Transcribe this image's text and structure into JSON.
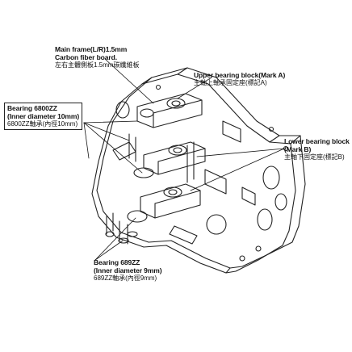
{
  "callouts": {
    "main_frame": {
      "line1": "Main frame(L/R)1.5mm",
      "line2": "Carbon fiber board.",
      "line3": "左右主體側板1.5mm碳纖維板"
    },
    "upper_block": {
      "line1": "Upper bearing block(Mark A)",
      "line2": "主軸上軸承固定座(標記A)"
    },
    "bearing_6800": {
      "line1": "Bearing 6800ZZ",
      "line2": "(Inner diameter 10mm)",
      "line3": "6800ZZ軸承(內徑10mm)"
    },
    "lower_block": {
      "line1": "Lower bearing block",
      "line2": "(Mark B)",
      "line3": "主軸下固定座(標記B)"
    },
    "bearing_689": {
      "line1": "Bearing 689ZZ",
      "line2": "(Inner diameter 9mm)",
      "line3": "689ZZ軸承(內徑9mm)"
    }
  },
  "colors": {
    "ink": "#111111",
    "paper": "#ffffff"
  }
}
